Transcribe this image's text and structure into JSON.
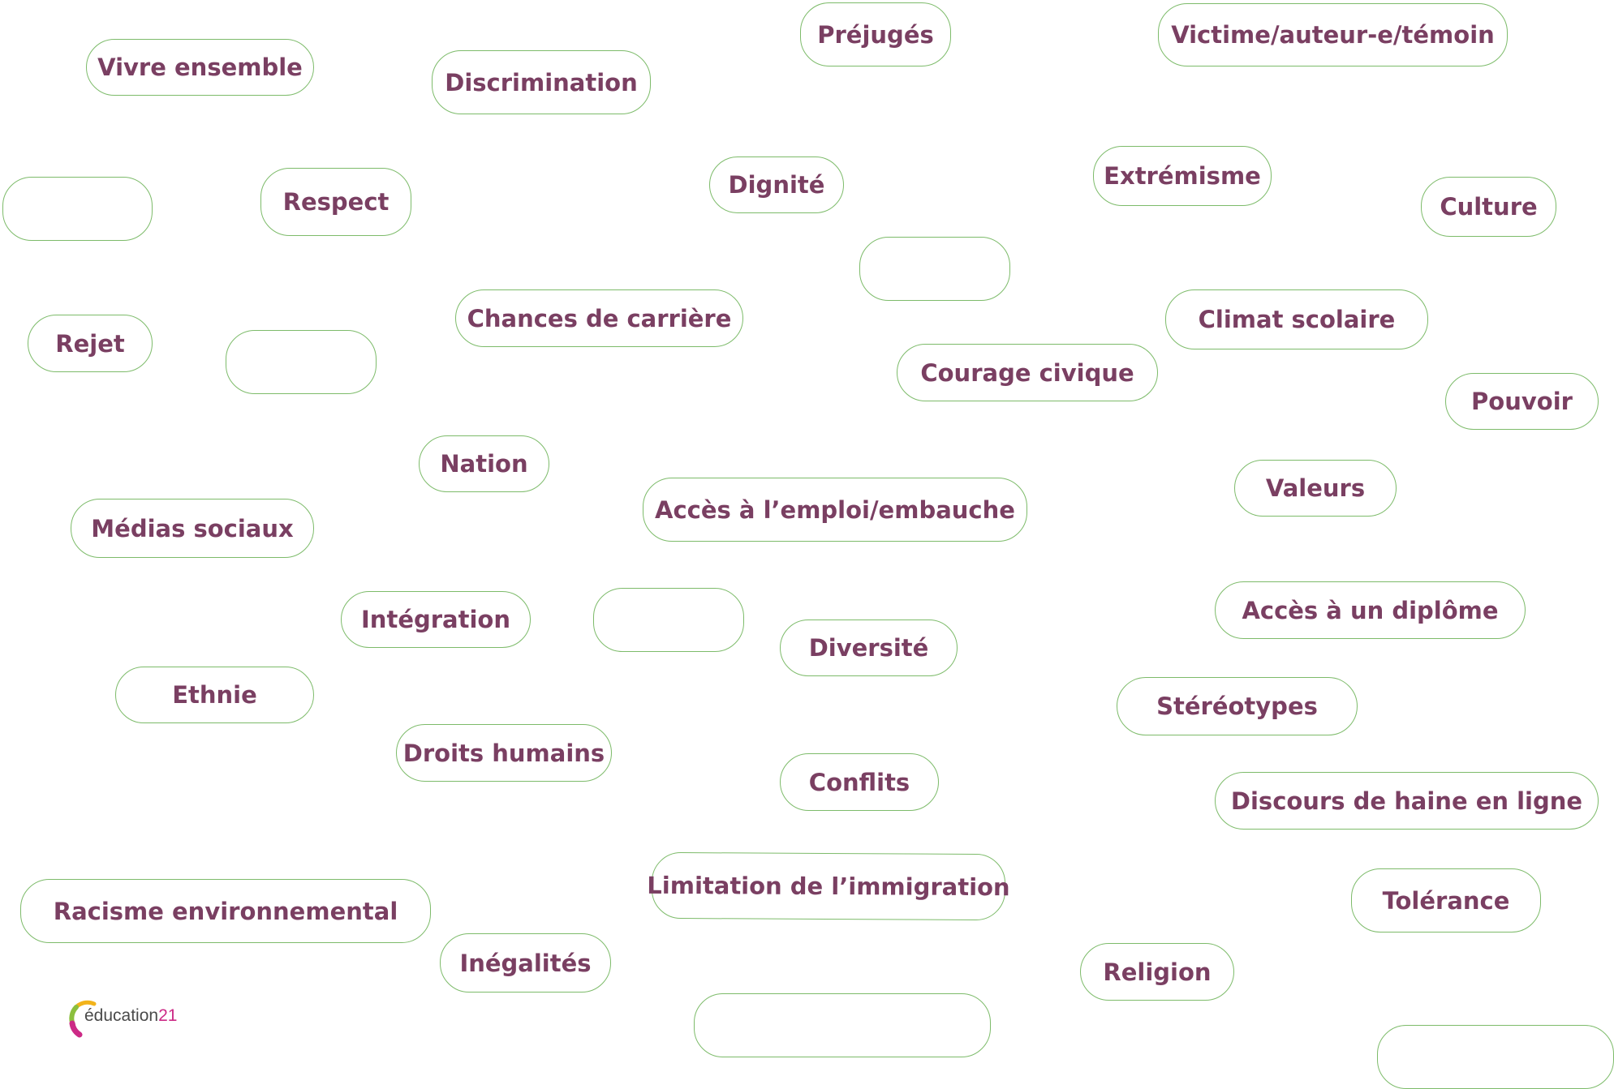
{
  "colors": {
    "card_border": "#7dbb6a",
    "card_text": "#7a3f62",
    "logo_accent": "#cc2a86",
    "logo_arc_green": "#8bbf3d",
    "logo_arc_yellow": "#f2b31b"
  },
  "cards": [
    "Vivre ensemble",
    "Discrimination",
    "Préjugés",
    "Victime/auteur-e/témoin",
    "",
    "Respect",
    "Dignité",
    "Extrémisme",
    "Culture",
    "",
    "Rejet",
    "",
    "Chances de carrière",
    "Courage civique",
    "Climat scolaire",
    "Pouvoir",
    "Nation",
    "Médias sociaux",
    "Accès à l’emploi/embauche",
    "Valeurs",
    "Intégration",
    "",
    "Diversité",
    "Accès à un diplôme",
    "Ethnie",
    "Stéréotypes",
    "Droits humains",
    "Conflits",
    "Discours de haine en ligne",
    "Racisme environnemental",
    "Limitation de l’immigration",
    "Tolérance",
    "Inégalités",
    "Religion",
    "",
    ""
  ],
  "logo": {
    "text": "éducation",
    "number": "21",
    "icon": "education21-logo-icon"
  }
}
